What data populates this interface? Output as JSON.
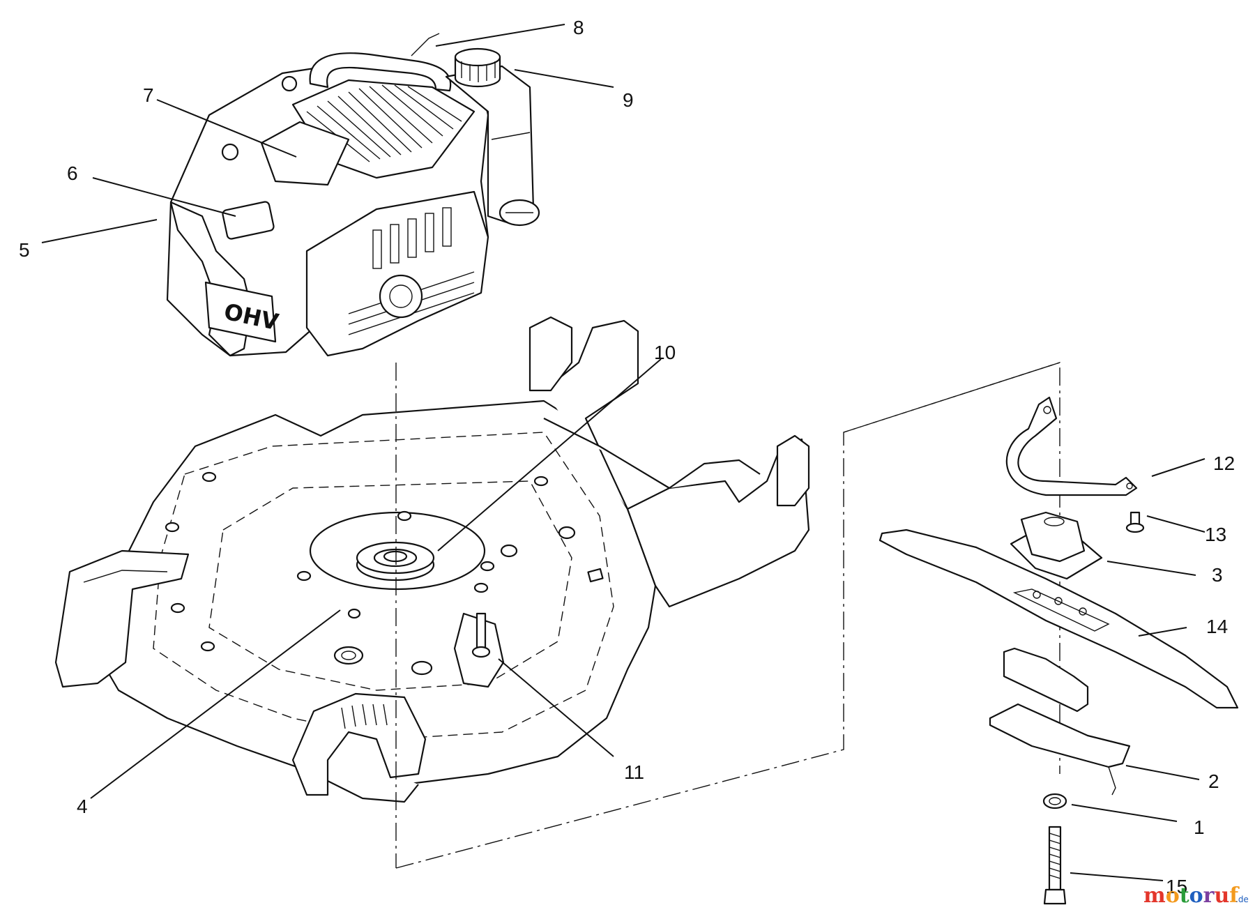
{
  "callouts": [
    {
      "id": "part-1",
      "label": "1"
    },
    {
      "id": "part-2",
      "label": "2"
    },
    {
      "id": "part-3",
      "label": "3"
    },
    {
      "id": "part-4",
      "label": "4"
    },
    {
      "id": "part-5",
      "label": "5"
    },
    {
      "id": "part-6",
      "label": "6"
    },
    {
      "id": "part-7",
      "label": "7"
    },
    {
      "id": "part-8",
      "label": "8"
    },
    {
      "id": "part-9",
      "label": "9"
    },
    {
      "id": "part-10",
      "label": "10"
    },
    {
      "id": "part-11",
      "label": "11"
    },
    {
      "id": "part-12",
      "label": "12"
    },
    {
      "id": "part-13",
      "label": "13"
    },
    {
      "id": "part-14",
      "label": "14"
    },
    {
      "id": "part-15",
      "label": "15"
    }
  ],
  "engine_marking": "OHV",
  "watermark": {
    "main": "motoruf",
    "suffix": ".de",
    "colors": [
      "#e3362b",
      "#f39a1e",
      "#2a9d3a",
      "#1f5fbf",
      "#7b3fa0",
      "#e3362b",
      "#f39a1e"
    ]
  }
}
